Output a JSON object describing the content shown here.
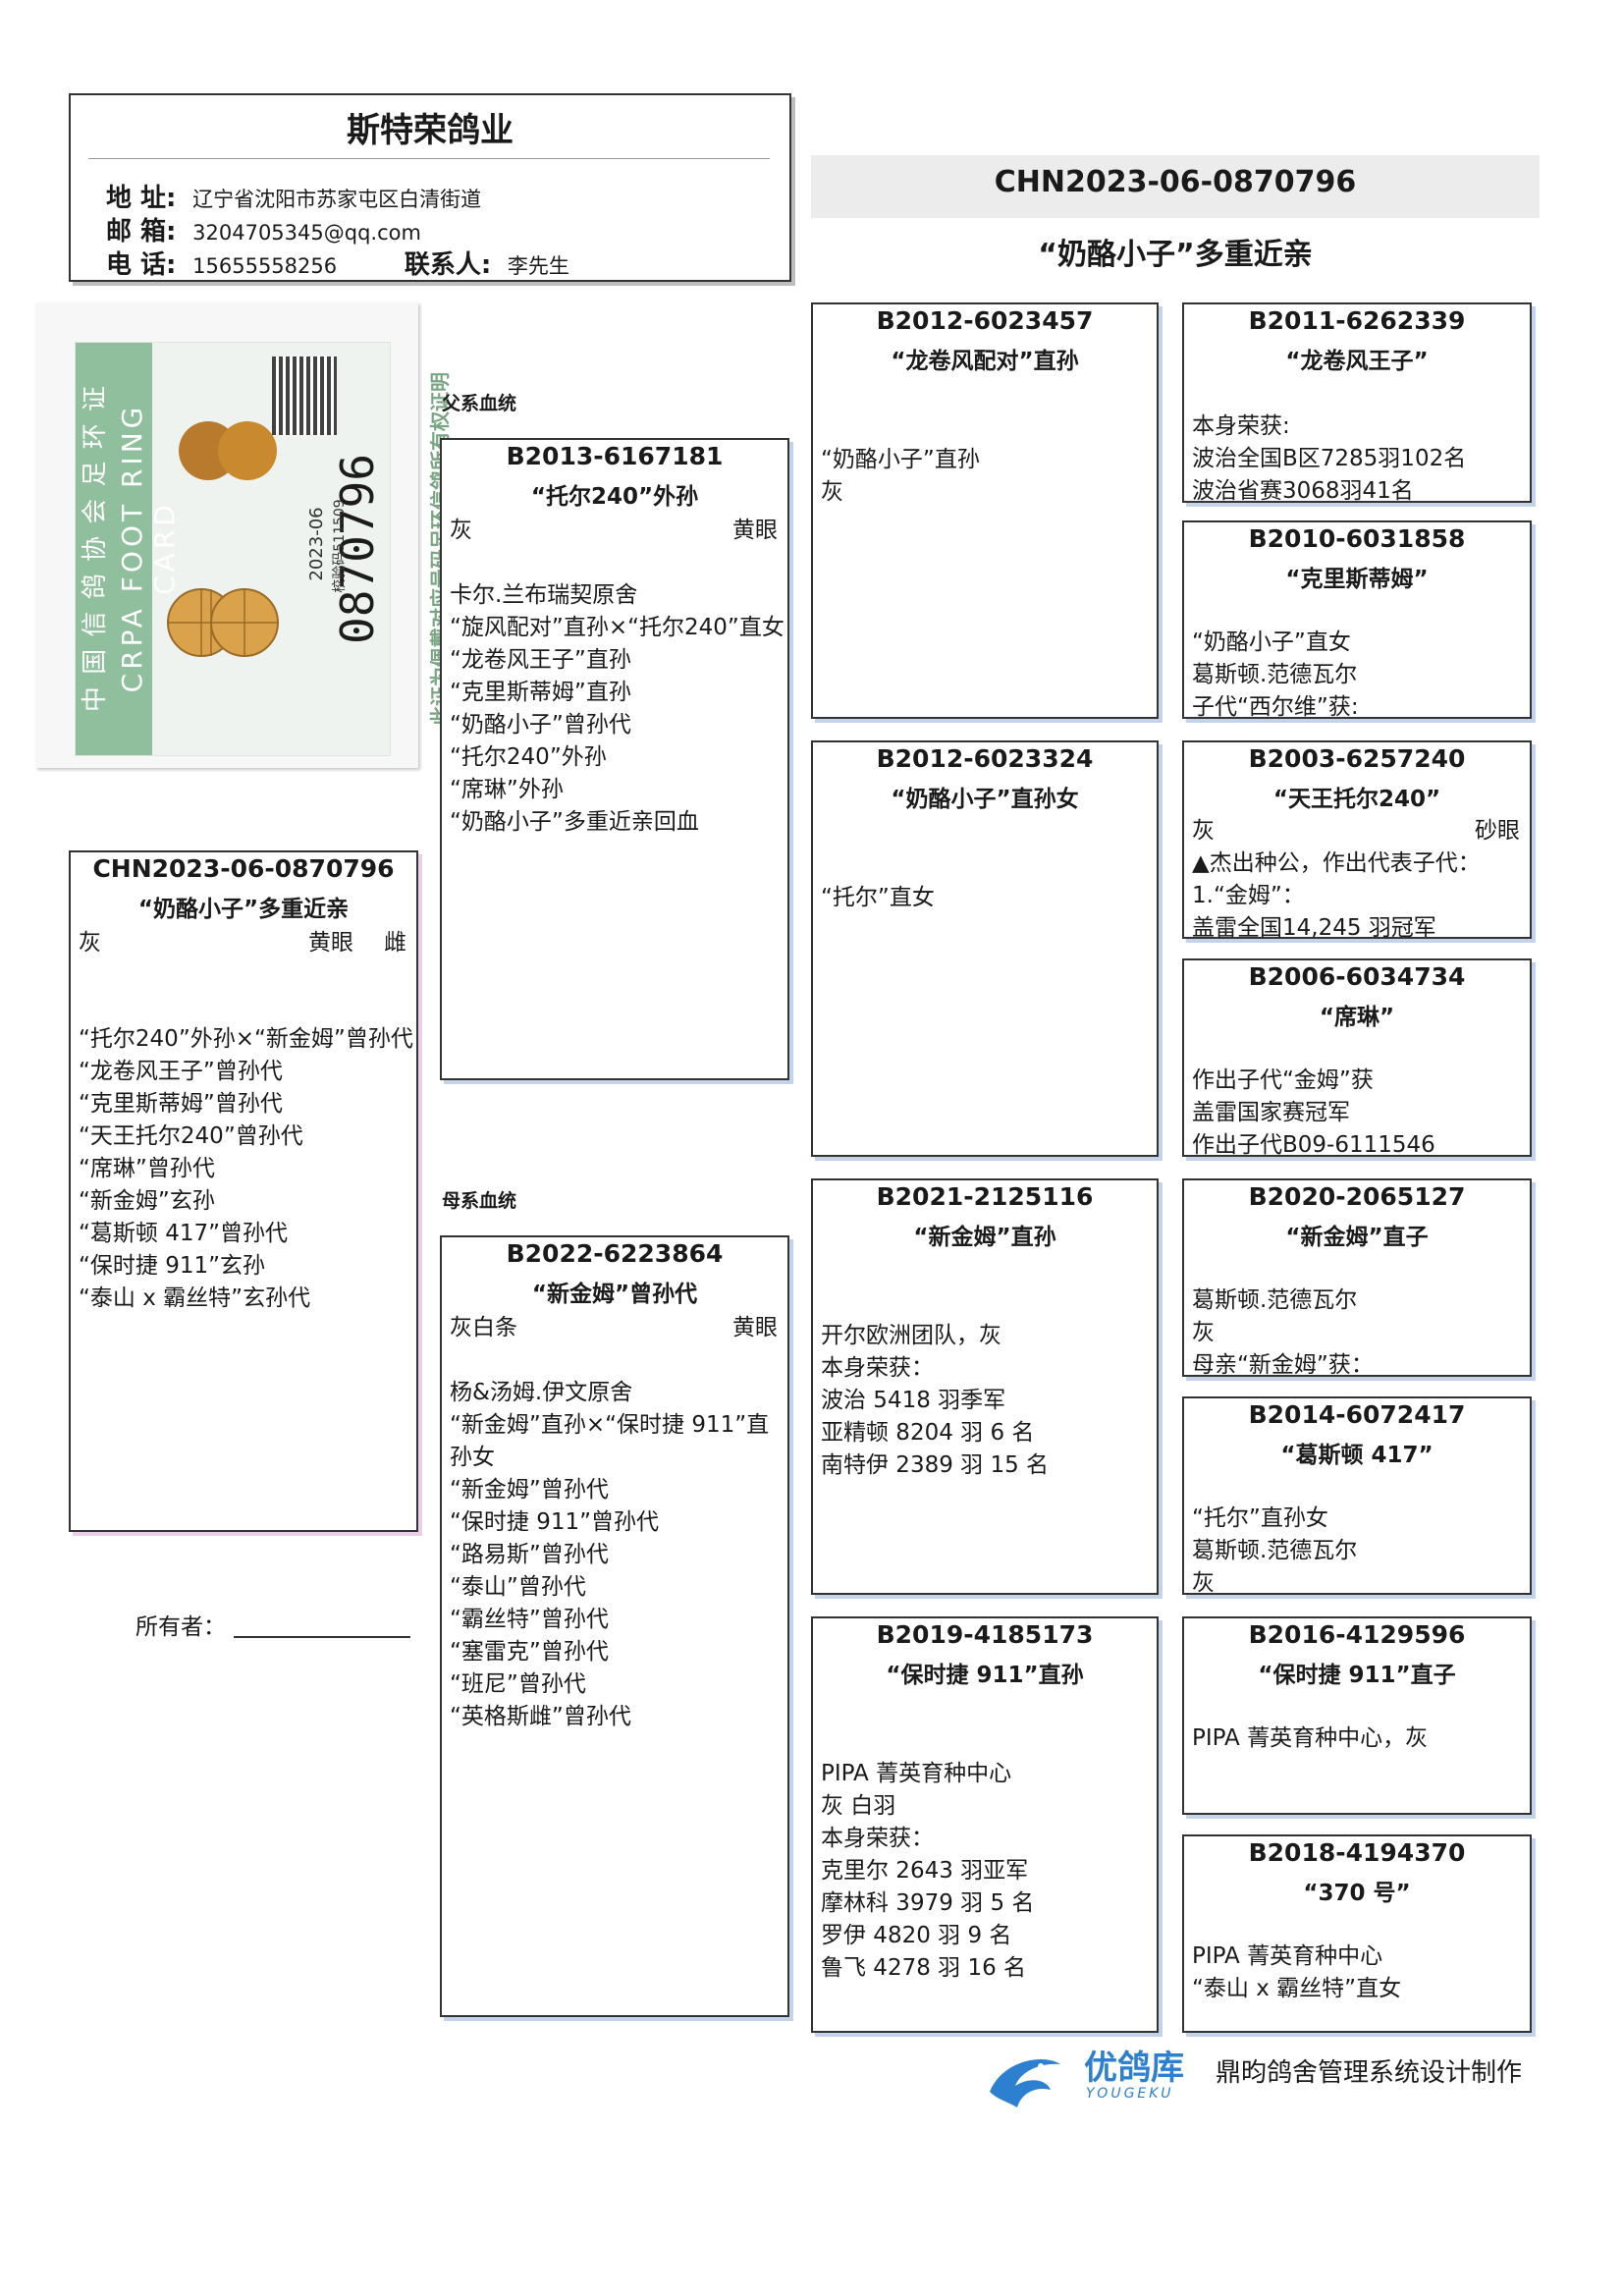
{
  "header": {
    "loft_name": "斯特荣鸽业",
    "address_label": "地 址:",
    "address": "辽宁省沈阳市苏家屯区白清街道",
    "email_label": "邮 箱:",
    "email": "3204705345@qq.com",
    "phone_label": "电 话:",
    "phone": "15655558256",
    "contact_label": "联系人:",
    "contact": "李先生"
  },
  "main": {
    "ring": "CHN2023-06-0870796",
    "subtitle": "“奶酪小子”多重近亲"
  },
  "ring_card": {
    "vertical_title": "中 国 信 鸽 协 会 足 环 证",
    "english": "CRPA FOOT RING CARD",
    "number_prefix": "2023-06",
    "number": "0870796",
    "check_code": "校验码511509",
    "note": "此证为佩戴对应号码足环信鸽所有权证明"
  },
  "sections": {
    "sire_side": "父系血统",
    "dam_side": "母系血统"
  },
  "subject": {
    "ring": "CHN2023-06-0870796",
    "name": "“奶酪小子”多重近亲",
    "color": "灰",
    "eye": "黄眼",
    "sex": "雌",
    "lines": [
      "“托尔240”外孙×“新金姆”曾孙代",
      "“龙卷风王子”曾孙代",
      "“克里斯蒂姆”曾孙代",
      "“天王托尔240”曾孙代",
      "“席琳”曾孙代",
      "“新金姆”玄孙",
      "“葛斯顿 417”曾孙代",
      "“保时捷 911”玄孙",
      "“泰山 x 霸丝特”玄孙代"
    ]
  },
  "sire": {
    "ring": "B2013-6167181",
    "name": "“托尔240”外孙",
    "color": "灰",
    "eye": "黄眼",
    "lines": [
      "卡尔.兰布瑞契原舍",
      "“旋风配对”直孙×“托尔240”直女",
      "“龙卷风王子”直孙",
      "“克里斯蒂姆”直孙",
      "“奶酪小子”曾孙代",
      "“托尔240”外孙",
      "“席琳”外孙",
      "“奶酪小子”多重近亲回血"
    ]
  },
  "dam": {
    "ring": "B2022-6223864",
    "name": "“新金姆”曾孙代",
    "color": "灰白条",
    "eye": "黄眼",
    "lines": [
      "杨&汤姆.伊文原舍",
      "“新金姆”直孙×“保时捷 911”直",
      "孙女",
      "“新金姆”曾孙代",
      "“保时捷 911”曾孙代",
      "“路易斯”曾孙代",
      "“泰山”曾孙代",
      "“霸丝特”曾孙代",
      "“塞雷克”曾孙代",
      "“班尼”曾孙代",
      "“英格斯雌”曾孙代"
    ]
  },
  "gen3": [
    {
      "ring": "B2012-6023457",
      "name": "“龙卷风配对”直孙",
      "lines": [
        "“奶酪小子”直孙",
        "灰"
      ]
    },
    {
      "ring": "B2012-6023324",
      "name": "“奶酪小子”直孙女",
      "lines": [
        "“托尔”直女"
      ]
    },
    {
      "ring": "B2021-2125116",
      "name": "“新金姆”直孙",
      "lines": [
        "开尔欧洲团队，灰",
        "本身荣获：",
        "波治 5418 羽季军",
        "亚精顿 8204 羽 6 名",
        "南特伊 2389 羽 15 名"
      ]
    },
    {
      "ring": "B2019-4185173",
      "name": "“保时捷 911”直孙",
      "lines": [
        "PIPA 菁英育种中心",
        "灰 白羽",
        "本身荣获：",
        "克里尔 2643 羽亚军",
        "摩林科 3979 羽 5 名",
        "罗伊 4820 羽 9 名",
        "鲁飞 4278 羽 16 名"
      ]
    }
  ],
  "gen4": [
    {
      "ring": "B2011-6262339",
      "name": "“龙卷风王子”",
      "lines": [
        "本身荣获:",
        "波治全国B区7285羽102名",
        "波治省赛3068羽41名"
      ]
    },
    {
      "ring": "B2010-6031858",
      "name": "“克里斯蒂姆”",
      "lines": [
        "“奶酪小子”直女",
        "葛斯顿.范德瓦尔",
        "子代“西尔维”获:"
      ]
    },
    {
      "ring": "B2003-6257240",
      "name": "“天王托尔240”",
      "color": "灰",
      "eye": "砂眼",
      "lines": [
        "▲杰出种公，作出代表子代：",
        "1.“金姆”：",
        "盖雷全国14,245 羽冠军"
      ]
    },
    {
      "ring": "B2006-6034734",
      "name": "“席琳”",
      "lines": [
        "作出子代“金姆”获",
        "盖雷国家赛冠军",
        "作出子代B09-6111546"
      ]
    },
    {
      "ring": "B2020-2065127",
      "name": "“新金姆”直子",
      "lines": [
        "葛斯顿.范德瓦尔",
        "灰",
        "母亲“新金姆”获："
      ]
    },
    {
      "ring": "B2014-6072417",
      "name": "“葛斯顿 417”",
      "lines": [
        "“托尔”直孙女",
        "葛斯顿.范德瓦尔",
        "灰"
      ]
    },
    {
      "ring": "B2016-4129596",
      "name": "“保时捷 911”直子",
      "lines": [
        "PIPA 菁英育种中心，灰"
      ]
    },
    {
      "ring": "B2018-4194370",
      "name": "“370 号”",
      "lines": [
        "PIPA 菁英育种中心",
        "“泰山 x 霸丝特”直女"
      ]
    }
  ],
  "footer": {
    "owner_label": "所有者：",
    "brand_name": "优鸽库",
    "brand_sub": "YOUGEKU",
    "credit": "鼎昀鸽舍管理系统设计制作"
  }
}
